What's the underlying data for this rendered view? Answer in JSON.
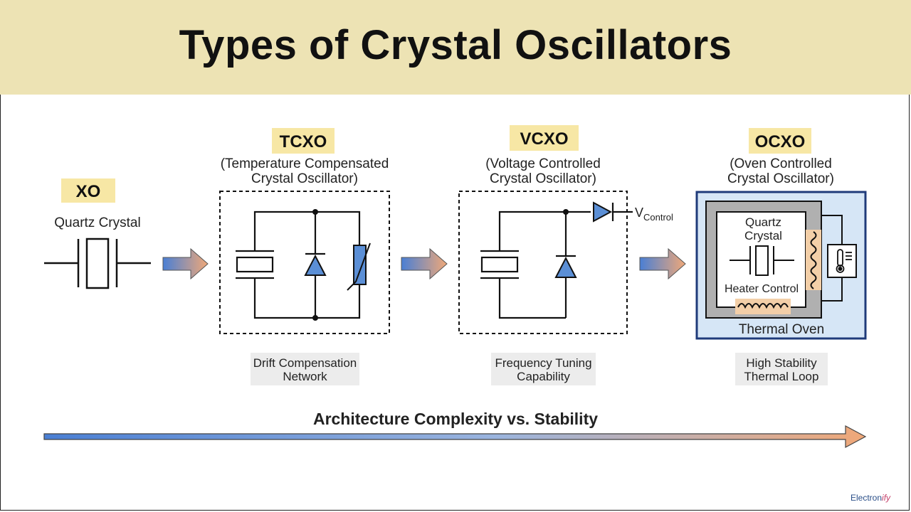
{
  "title": "Types of Crystal Oscillators",
  "xo": {
    "tag": "XO",
    "label": "Quartz Crystal"
  },
  "tcxo": {
    "tag": "TCXO",
    "subtitle_line1": "(Temperature Compensated",
    "subtitle_line2": "Crystal Oscillator)",
    "caption_line1": "Drift Compensation",
    "caption_line2": "Network"
  },
  "vcxo": {
    "tag": "VCXO",
    "subtitle_line1": "(Voltage Controlled",
    "subtitle_line2": "Crystal Oscillator)",
    "vcontrol_main": "V",
    "vcontrol_sub": "Control",
    "caption_line1": "Frequency Tuning",
    "caption_line2": "Capability"
  },
  "ocxo": {
    "tag": "OCXO",
    "subtitle_line1": "(Oven Controlled",
    "subtitle_line2": "Crystal Oscillator)",
    "quartz_line1": "Quartz",
    "quartz_line2": "Crystal",
    "heater_label": "Heater Control",
    "oven_label": "Thermal Oven",
    "caption_line1": "High Stability",
    "caption_line2": "Thermal Loop"
  },
  "axis_title": "Architecture Complexity vs. Stability",
  "watermark": {
    "part1": "Electron",
    "part2": "ify"
  },
  "colors": {
    "title_band": "#ede3b4",
    "tag_bg": "#f7e7a5",
    "arrow_blue": "#4a7fd4",
    "arrow_orange": "#f0a878",
    "circuit_fill": "#5b8fd6",
    "oven_border": "#1f3b7a"
  }
}
